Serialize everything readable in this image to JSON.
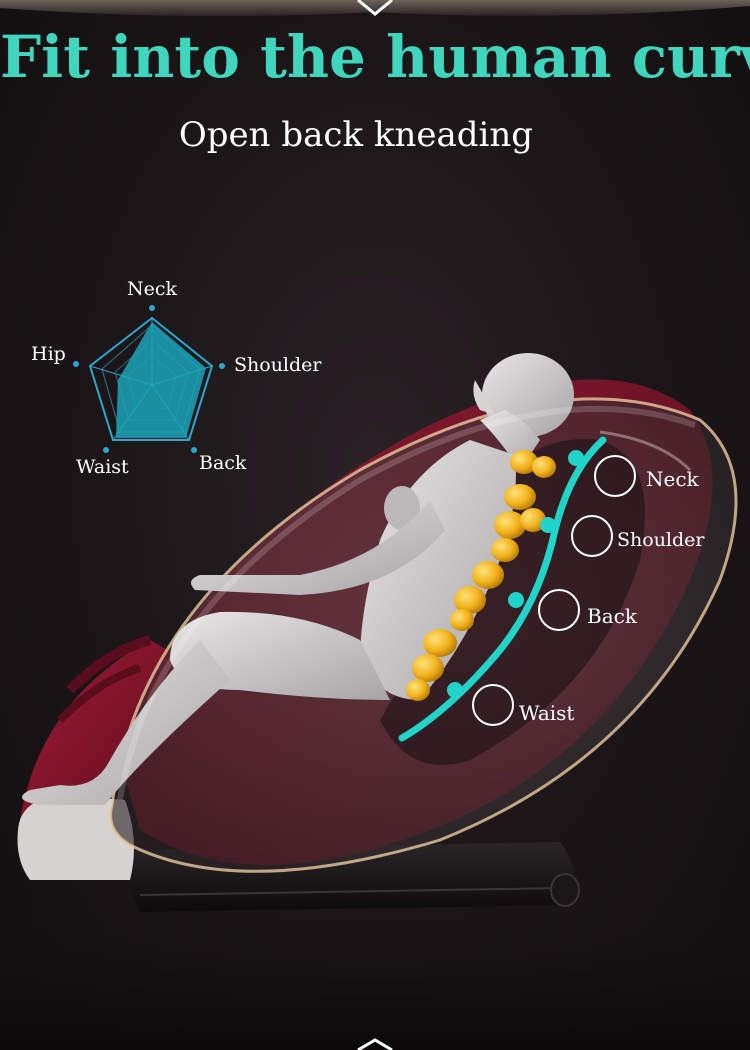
{
  "headline": "Fit into the human curve",
  "subheadline": "Open back kneading",
  "colors": {
    "accent": "#3fd6bd",
    "curve": "#22d3c9",
    "roller": "#f2b21c",
    "chair_red": "#7a1426",
    "background": "#1b1517"
  },
  "radar": {
    "labels": {
      "neck": "Neck",
      "shoulder": "Shoulder",
      "back": "Back",
      "waist": "Waist",
      "hip": "Hip"
    }
  },
  "zones": {
    "neck": "Neck",
    "shoulder": "Shoulder",
    "back": "Back",
    "waist": "Waist"
  },
  "icons": {
    "top": "chevron-down-icon",
    "bottom": "chevron-down-icon"
  }
}
